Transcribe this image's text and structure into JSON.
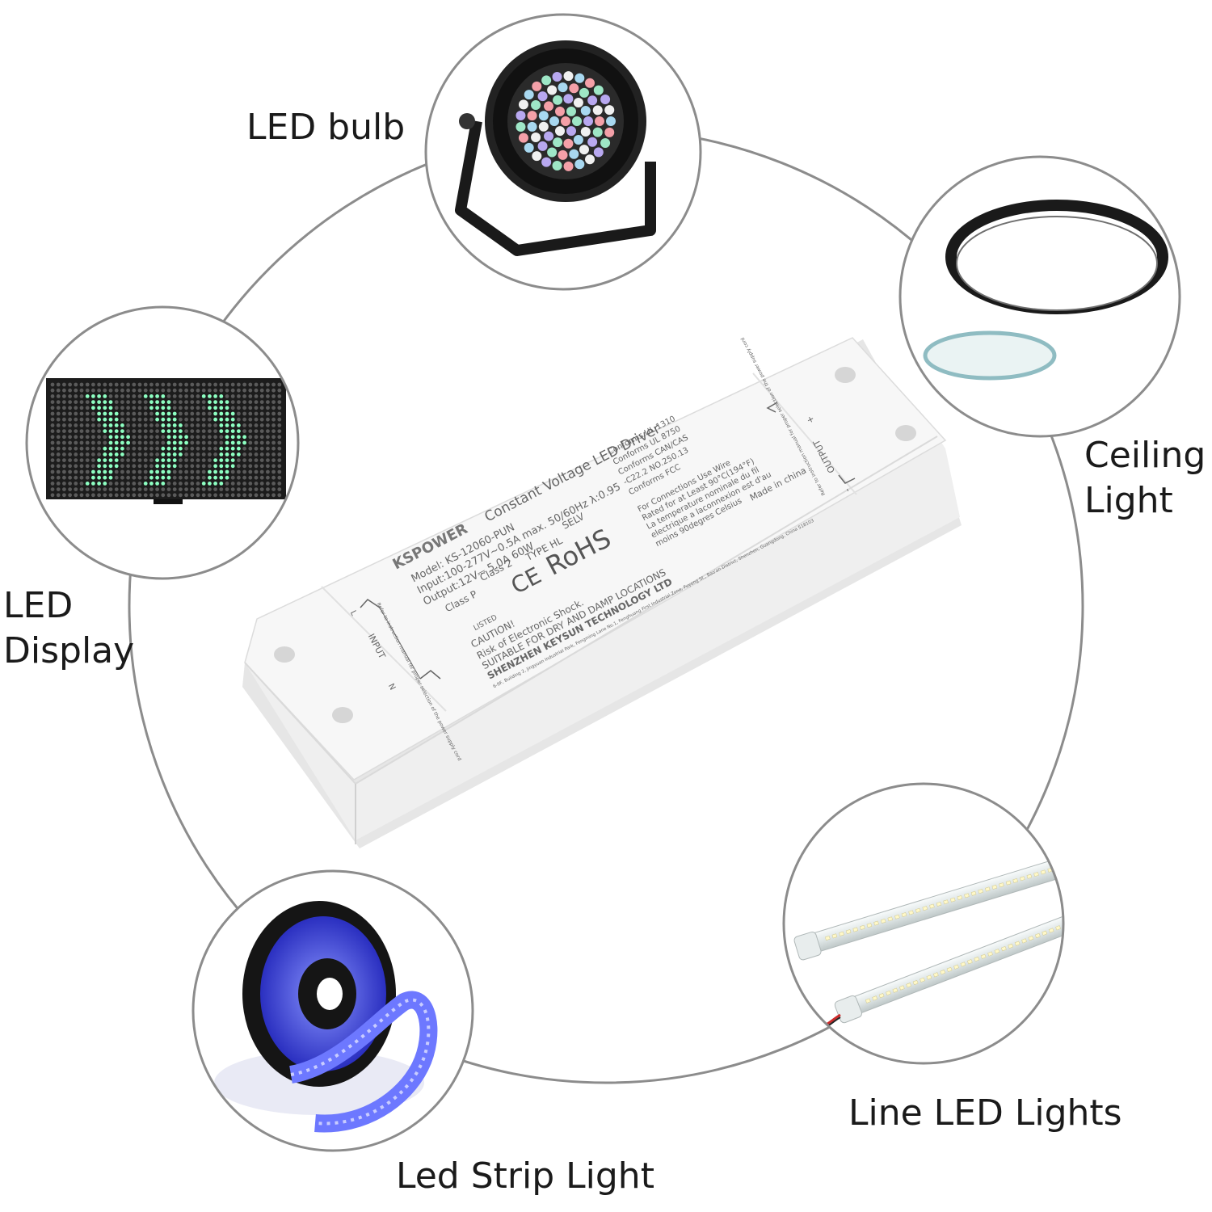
{
  "labels": {
    "led_bulb": "LED bulb",
    "ceiling_light": [
      "Ceiling",
      "Light"
    ],
    "led_display": [
      "LED",
      "Display"
    ],
    "line_led_lights": "Line LED Lights",
    "led_strip_light": "Led Strip Light"
  },
  "driver": {
    "brand": "KSPOWER",
    "product": "Constant Voltage LED Driver",
    "model": "Model: KS-12060-PUN",
    "input": "Input:100-277V~0.5A max. 50/60Hz λ:0.95",
    "output": "Output:12V⎓ 5.0A    60W",
    "class_p": "Class P",
    "class_2": "Class 2",
    "type_hl": "TYPE HL",
    "selv": "SELV",
    "ce": "CE",
    "rohs": "RoHS",
    "listed": "LISTED",
    "conforms": [
      "Conforms UL 1310",
      "Conforms UL 8750",
      "Conforms CAN/CAS",
      "-C22.2 NO.250.13",
      "Conforms FCC"
    ],
    "wire_note": [
      "For Connections Use Wire",
      "Rated for at Least 90°C(194°F)",
      "La temperature nominale du fil",
      "electrique a laconnexion est d'au",
      "moins 90degres Celsius"
    ],
    "made_in": "Made in china",
    "caution": "CAUTION!",
    "risk": "Risk of Electronic Shock.",
    "suitable": "SUITABLE FOR DRY AND DAMP LOCATIONS",
    "company": "SHENZHEN KEYSUN TECHNOLOGY LTD",
    "address": "6-9F, Building 2, Jingyuan Industrial Park, Fengming Lane No.1, Fenghuang First Industrial Zone, Fuyong St., Bao'an District, Shenzhen, Guangdong, China 518103",
    "input_label": "INPUT",
    "output_label": "OUTPUT",
    "terminal_l": "L",
    "terminal_n": "N",
    "terminal_plus": "+",
    "terminal_minus": "-",
    "input_note": "Refer to instruction manual for proper selection of the power supply cord",
    "output_note": "Refer to instruction manual for proper selection of the power supply cord"
  },
  "colors": {
    "connector_ring": "#8c8c8c",
    "circle_border": "#8c8c8c",
    "driver_body": "#f4f4f4",
    "strip_blue": "#4a5bff",
    "display_green": "#8dffc2"
  }
}
